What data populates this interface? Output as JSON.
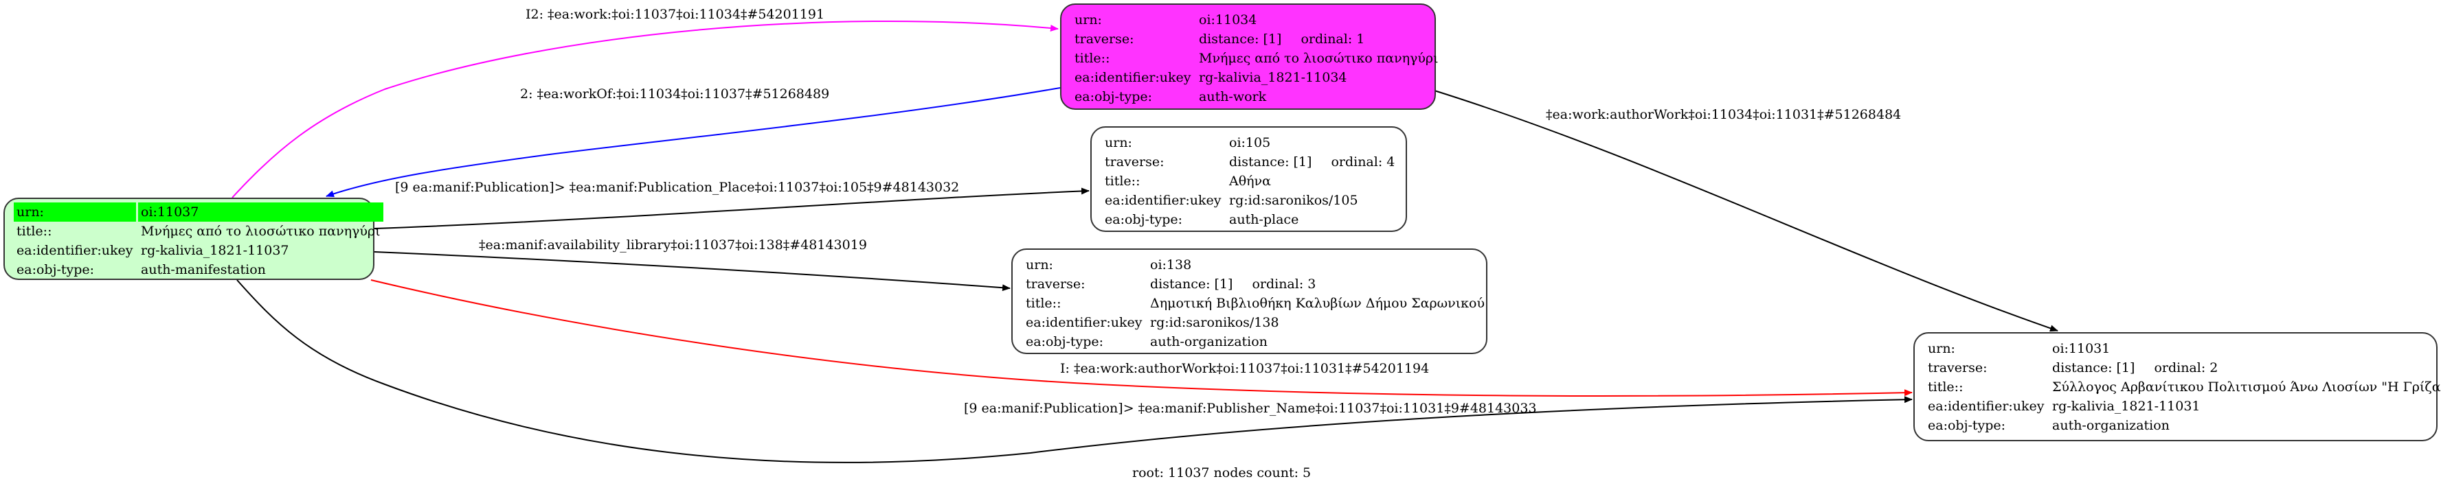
{
  "graph": {
    "footer": "root: 11037 nodes count: 5",
    "nodes": [
      {
        "id": "oi:11037",
        "role": "root",
        "fill": "#ccffcc",
        "highlight": "#00ff00",
        "rows": [
          {
            "key": "urn:",
            "value": "oi:11037"
          },
          {
            "key": "title::",
            "value": "Μνήμες από το λιοσώτικο πανηγύρι"
          },
          {
            "key": "ea:identifier:ukey",
            "value": "rg-kalivia_1821-11037"
          },
          {
            "key": "ea:obj-type:",
            "value": "auth-manifestation"
          }
        ]
      },
      {
        "id": "oi:11034",
        "fill": "#ff33ff",
        "rows": [
          {
            "key": "urn:",
            "value": "oi:11034"
          },
          {
            "key": "traverse:",
            "distance": "distance: [1]",
            "ordinal": "ordinal: 1"
          },
          {
            "key": "title::",
            "value": "Μνήμες από το λιοσώτικο πανηγύρι"
          },
          {
            "key": "ea:identifier:ukey",
            "value": "rg-kalivia_1821-11034"
          },
          {
            "key": "ea:obj-type:",
            "value": "auth-work"
          }
        ]
      },
      {
        "id": "oi:105",
        "fill": "#ffffff",
        "rows": [
          {
            "key": "urn:",
            "value": "oi:105"
          },
          {
            "key": "traverse:",
            "distance": "distance: [1]",
            "ordinal": "ordinal: 4"
          },
          {
            "key": "title::",
            "value": "Αθήνα"
          },
          {
            "key": "ea:identifier:ukey",
            "value": "rg:id:saronikos/105"
          },
          {
            "key": "ea:obj-type:",
            "value": "auth-place"
          }
        ]
      },
      {
        "id": "oi:138",
        "fill": "#ffffff",
        "rows": [
          {
            "key": "urn:",
            "value": "oi:138"
          },
          {
            "key": "traverse:",
            "distance": "distance: [1]",
            "ordinal": "ordinal: 3"
          },
          {
            "key": "title::",
            "value": "Δημοτική Βιβλιοθήκη Καλυβίων Δήμου Σαρωνικού"
          },
          {
            "key": "ea:identifier:ukey",
            "value": "rg:id:saronikos/138"
          },
          {
            "key": "ea:obj-type:",
            "value": "auth-organization"
          }
        ]
      },
      {
        "id": "oi:11031",
        "fill": "#ffffff",
        "rows": [
          {
            "key": "urn:",
            "value": "oi:11031"
          },
          {
            "key": "traverse:",
            "distance": "distance: [1]",
            "ordinal": "ordinal: 2"
          },
          {
            "key": "title::",
            "value": "Σύλλογος Αρβανίτικου Πολιτισμού Άνω Λιοσίων \"Η Γρίζα\""
          },
          {
            "key": "ea:identifier:ukey",
            "value": "rg-kalivia_1821-11031"
          },
          {
            "key": "ea:obj-type:",
            "value": "auth-organization"
          }
        ]
      }
    ],
    "edges": [
      {
        "from": "oi:11037",
        "to": "oi:11034",
        "color": "#ff00ff",
        "label": "I2: ‡ea:work:‡oi:11037‡oi:11034‡#54201191"
      },
      {
        "from": "oi:11034",
        "to": "oi:11037",
        "color": "#0000ff",
        "label": "2: ‡ea:workOf:‡oi:11034‡oi:11037‡#51268489"
      },
      {
        "from": "oi:11037",
        "to": "oi:105",
        "color": "#000000",
        "label": "[9 ea:manif:Publication]> ‡ea:manif:Publication_Place‡oi:11037‡oi:105‡9#48143032"
      },
      {
        "from": "oi:11037",
        "to": "oi:138",
        "color": "#000000",
        "label": "‡ea:manif:availability_library‡oi:11037‡oi:138‡#48143019"
      },
      {
        "from": "oi:11037",
        "to": "oi:11031",
        "color": "#ff0000",
        "label": "I: ‡ea:work:authorWork‡oi:11037‡oi:11031‡#54201194"
      },
      {
        "from": "oi:11037",
        "to": "oi:11031",
        "color": "#000000",
        "label": "[9 ea:manif:Publication]> ‡ea:manif:Publisher_Name‡oi:11037‡oi:11031‡9#48143033"
      },
      {
        "from": "oi:11034",
        "to": "oi:11031",
        "color": "#000000",
        "label": "‡ea:work:authorWork‡oi:11034‡oi:11031‡#51268484"
      }
    ]
  }
}
